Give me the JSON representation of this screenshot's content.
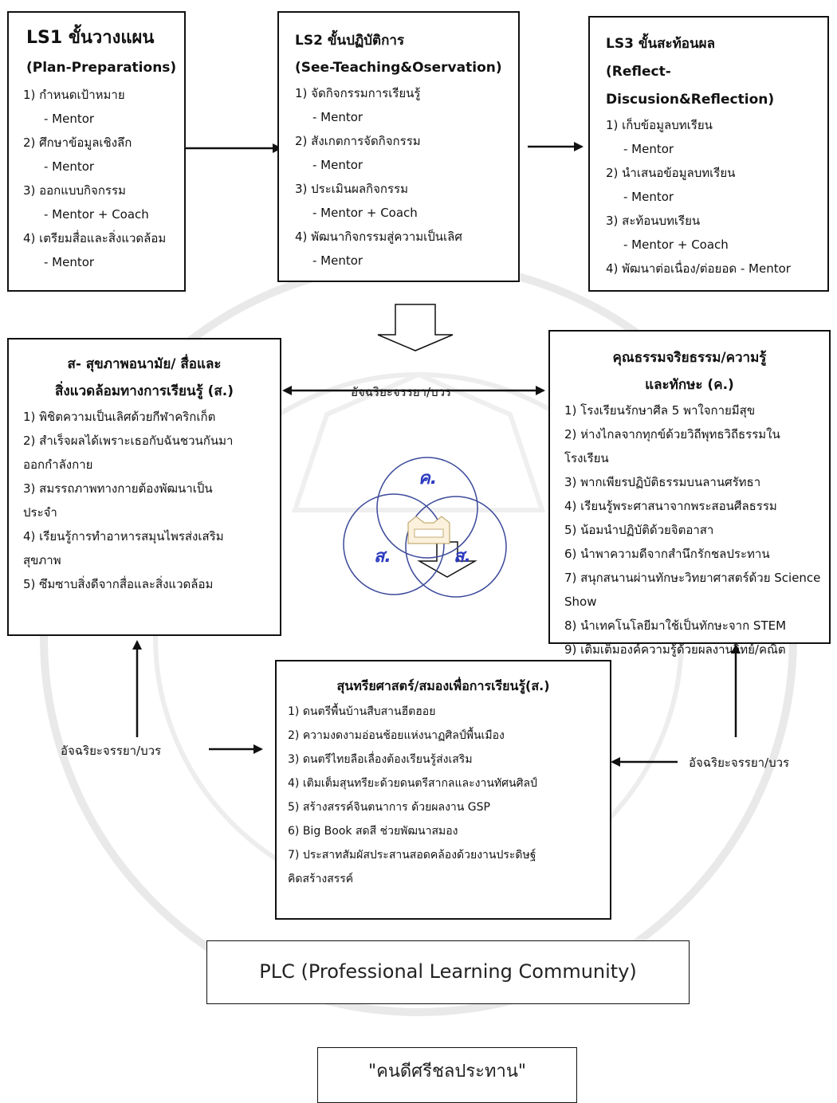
{
  "ls1": {
    "title": "LS1 ขั้นวางแผน",
    "subtitle": "(Plan-Preparations)",
    "steps": [
      {
        "label": "1) กำหนดเป้าหมาย",
        "role": "- Mentor"
      },
      {
        "label": "2) ศึกษาข้อมูลเชิงลึก",
        "role": "- Mentor"
      },
      {
        "label": "3) ออกแบบกิจกรรม",
        "role": "- Mentor + Coach"
      },
      {
        "label": "4) เตรียมสื่อและสิ่งแวดล้อม",
        "role": "- Mentor"
      }
    ]
  },
  "ls2": {
    "title": "LS2 ขั้นปฏิบัติการ",
    "subtitle": "(See-Teaching&Oservation)",
    "steps": [
      {
        "label": "1) จัดกิจกรรมการเรียนรู้",
        "role": "- Mentor"
      },
      {
        "label": "2) สังเกตการจัดกิจกรรม",
        "role": "- Mentor"
      },
      {
        "label": "3) ประเมินผลกิจกรรม",
        "role": "- Mentor + Coach"
      },
      {
        "label": "4) พัฒนากิจกรรมสู่ความเป็นเลิศ",
        "role": "- Mentor"
      }
    ]
  },
  "ls3": {
    "title": "LS3 ขั้นสะท้อนผล",
    "subtitle": "(Reflect-",
    "subtitle2": "Discusion&Reflection)",
    "steps": [
      {
        "label": "1) เก็บข้อมูลบทเรียน",
        "role": "- Mentor"
      },
      {
        "label": "2) นำเสนอข้อมูลบทเรียน",
        "role": "- Mentor"
      },
      {
        "label": "3) สะท้อนบทเรียน",
        "role": "- Mentor + Coach"
      }
    ],
    "last": "4) พัฒนาต่อเนื่อง/ต่อยอด  - Mentor"
  },
  "health": {
    "title1": "ส- สุขภาพอนามัย/ สื่อและ",
    "title2": "สิ่งแวดล้อมทางการเรียนรู้ (ส.)",
    "lines": [
      "1) พิชิตความเป็นเลิศด้วยกีฬาคริกเก็ต",
      "2) สำเร็จผลได้เพราะเธอกับฉันชวนกันมา",
      "ออกกำลังกาย",
      "3) สมรรถภาพทางกายต้องพัฒนาเป็น",
      "ประจำ",
      "4) เรียนรู้การทำอาหารสมุนไพรส่งเสริม",
      "สุขภาพ",
      "5) ซึมซาบสิ่งดีจากสื่อและสิ่งแวดล้อม"
    ]
  },
  "moral": {
    "title1": "คุณธรรมจริยธรรม/ความรู้",
    "title2": "และทักษะ (ค.)",
    "lines": [
      "1) โรงเรียนรักษาศีล 5 พาใจกายมีสุข",
      "2) ห่างไกลจากทุกข์ด้วยวิถีพุทธวิถีธรรมใน",
      "โรงเรียน",
      "3) พากเพียรปฏิบัติธรรมบนลานศรัทธา",
      "4) เรียนรู้พระศาสนาจากพระสอนศีลธรรม",
      "5) น้อมนำปฏิบัติด้วยจิตอาสา",
      "6) นำพาความดีจากสำนึกรักชลประทาน",
      "7) สนุกสนานผ่านทักษะวิทยาศาสตร์ด้วย Science Show",
      "8) นำเทคโนโลยีมาใช้เป็นทักษะจาก STEM",
      "9) เติมเต็มองค์ความรู้ด้วยผลงานวิทย์/คณิต"
    ]
  },
  "aesthetic": {
    "title": "สุนทรียศาสตร์/สมองเพื่อการเรียนรู้(ส.)",
    "lines": [
      "1) ดนตรีพื้นบ้านสืบสานฮีตฮอย",
      "2) ความงดงามอ่อนช้อยแห่งนาฏศิลป์พื้นเมือง",
      "3) ดนตรีไทยลือเลื่องต้องเรียนรู้ส่งเสริม",
      "4) เติมเต็มสุนทรียะด้วยดนตรีสากลและงานทัศนศิลป์",
      "5) สร้างสรรค์จินตนาการ ด้วยผลงาน GSP",
      "6) Big Book สดสี ช่วยพัฒนาสมอง",
      "7) ประสาทสัมผัสประสานสอดคล้องด้วยงานประดิษฐ์",
      "คิดสร้างสรรค์"
    ]
  },
  "connectors": {
    "middle": "อัจฉริยะจรรยา/บวร",
    "left": "อัจฉริยะจรรยา/บวร",
    "right": "อัจฉริยะจรรยา/บวร"
  },
  "venn": {
    "top": "ค.",
    "left": "ส.",
    "right": "ส."
  },
  "plc": {
    "label": "PLC (Professional Learning Community)"
  },
  "result": {
    "label": "\"คนดีศรีชลประทาน\""
  },
  "colors": {
    "venn_stroke": "#3c4a9a",
    "venn_text": "#2c3bbf",
    "watermark": "#e6e6e6"
  }
}
